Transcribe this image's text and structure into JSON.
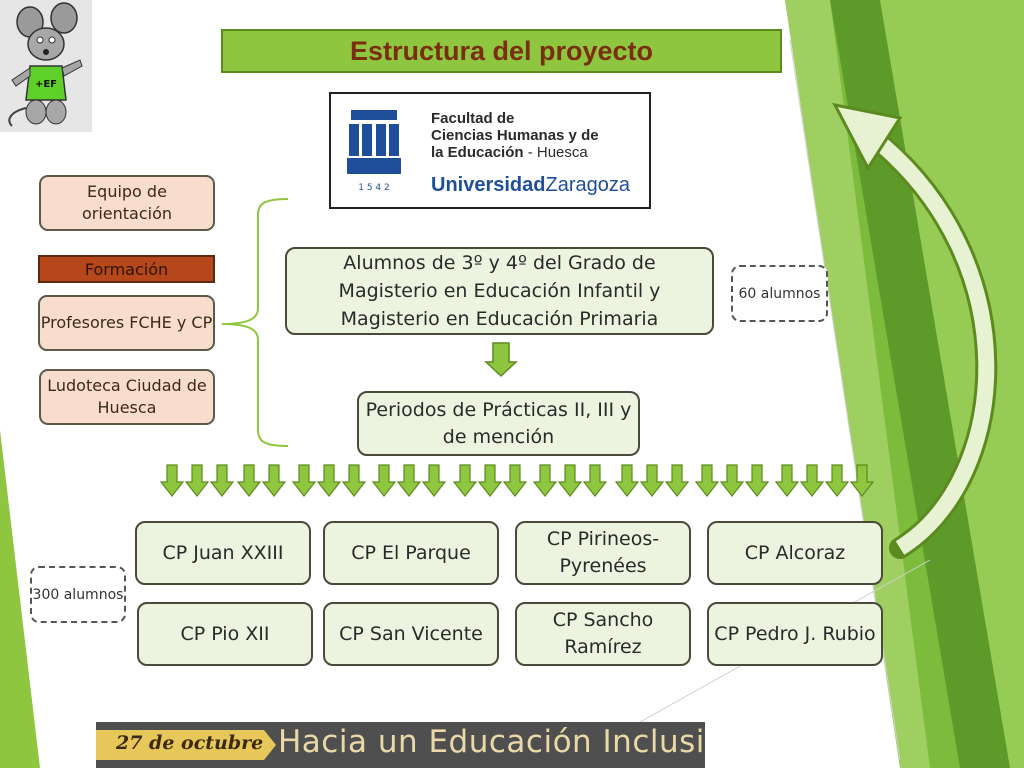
{
  "title": "Estructura del proyecto",
  "logo": {
    "line1": "Facultad de",
    "line2": "Ciencias Humanas y de",
    "line3a": "la Educación",
    "line3b": " - Huesca",
    "uni_a": "Universidad",
    "uni_b": "Zaragoza",
    "year": "1 5 4 2"
  },
  "mascot_badge": "+EF",
  "left_items": [
    {
      "label": "Equipo de orientación"
    },
    {
      "label": "Formación"
    },
    {
      "label": "Profesores FCHE y CP"
    },
    {
      "label": "Ludoteca Ciudad de Huesca"
    }
  ],
  "students_box": "Alumnos de 3º y 4º del Grado de Magisterio en Educación Infantil y Magisterio en Educación Primaria",
  "students_count": "60 alumnos",
  "practices_box": "Periodos de Prácticas II, III y de mención",
  "schools_count": "300 alumnos",
  "schools": [
    "CP Juan XXIII",
    "CP El Parque",
    "CP Pirineos-Pyrenées",
    "CP Alcoraz",
    "CP Pio XII",
    "CP San Vicente",
    "CP Sancho Ramírez",
    "CP Pedro J. Rubio"
  ],
  "banner": {
    "date": "27 de octubre",
    "text": "Hacia un Educación Inclusiva"
  },
  "colors": {
    "green": "#8fc63f",
    "dark_green": "#5c8a1e",
    "title_text": "#7a2e10",
    "formacion": "#b5471a",
    "salmon": "#f8dccc"
  }
}
